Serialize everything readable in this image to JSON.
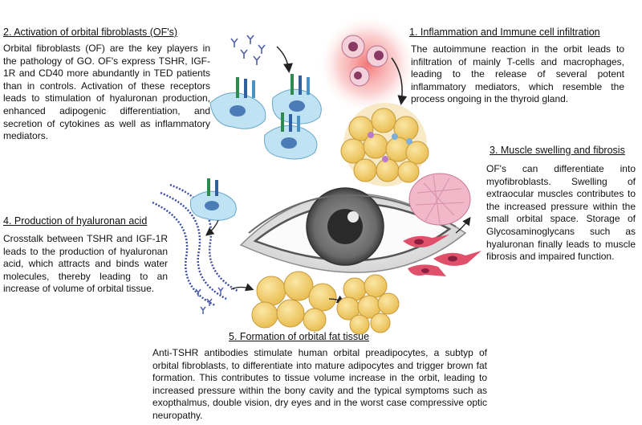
{
  "sections": {
    "s1": {
      "title": "1. Inflammation and Immune cell infiltration",
      "body": "The autoimmune reaction in the orbit leads to infiltration of mainly T-cells and macrophages, leading to the release of several potent inflammatory mediators, which resemble the process ongoing in the thyroid gland."
    },
    "s2": {
      "title": "2. Activation of orbital fibroblasts (OF's)",
      "body": "Orbital fibroblasts (OF) are the key players in the pathology of GO. OF's express TSHR, IGF-1R and CD40 more abundantly in TED patients than in controls. Activation of these receptors leads to stimulation of hyaluronan production, enhanced adipogenic differentiation, and secretion of cytokines as well as inflammatory mediators."
    },
    "s3": {
      "title": "3. Muscle swelling and fibrosis",
      "body": "OF's can differentiate into myofibroblasts. Swelling of extraocular muscles contributes to the increased pressure within the small orbital space. Storage of Glycosaminoglycans such as hyaluronan finally leads to muscle fibrosis and impaired function."
    },
    "s4": {
      "title": "4. Production of hyaluronan acid",
      "body": "Crosstalk between TSHR and IGF-1R leads to the production of hyaluronan acid, which attracts and binds water molecules, thereby leading to an increase of volume of orbital tissue."
    },
    "s5": {
      "title": "5. Formation of orbital fat tissue",
      "body": "Anti-TSHR antibodies stimulate human orbital preadipocytes, a subtyp of orbital fibroblasts, to differentiate into mature adipocytes and trigger brown fat formation. This contributes to tissue volume increase in the orbit, leading to increased pressure within the bony cavity and the typical symptoms such as exopthalmus, double vision, dry eyes and in the worst case compressive optic neuropathy."
    }
  },
  "colors": {
    "iris": "#6f6f6f",
    "pupil": "#2a2a2a",
    "fat_cell": "#f2d27a",
    "fibroblast": "#9fd3ea",
    "myofibroblast": "#e0506a",
    "muscle": "#f0b8c8",
    "hyaluronan": "#3f4fa8",
    "inflammation": "#f04848"
  }
}
